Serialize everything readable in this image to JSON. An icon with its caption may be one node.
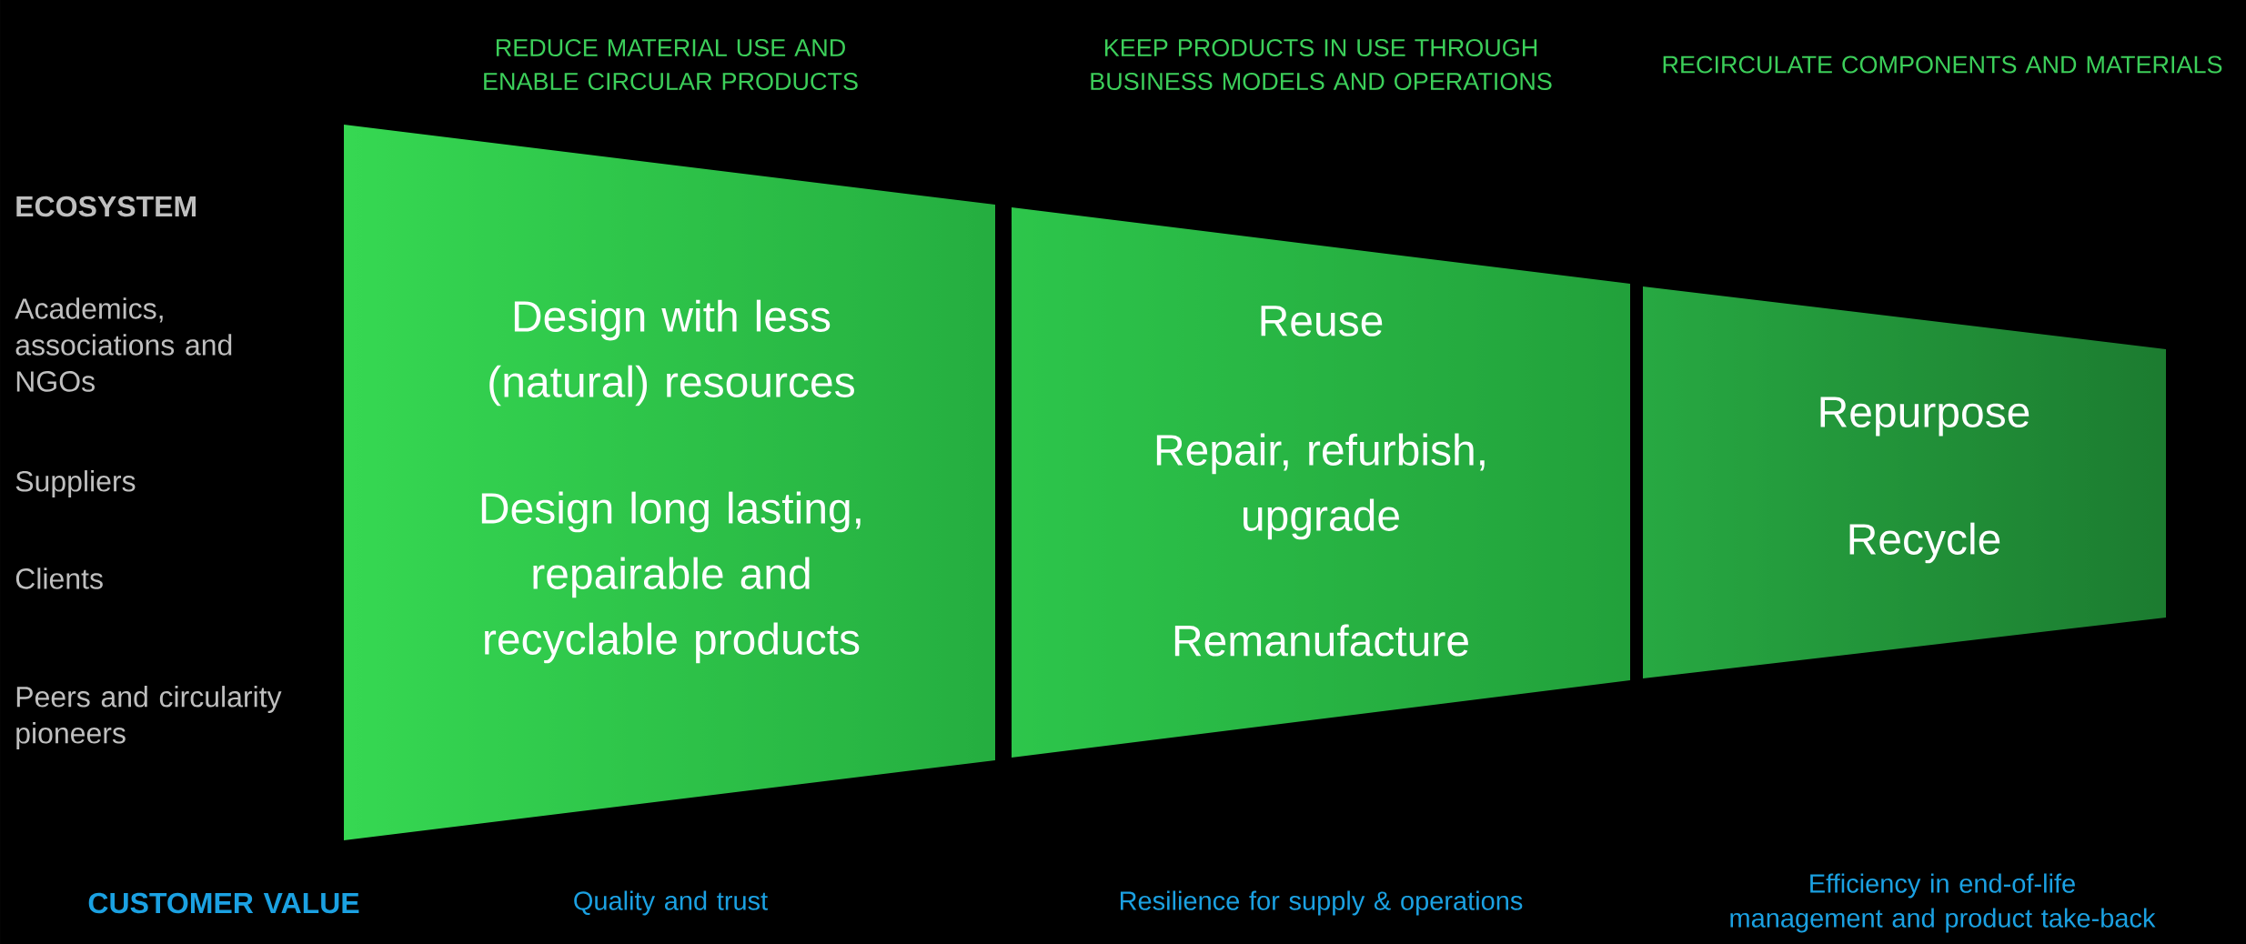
{
  "diagram": {
    "nodes": [
      {
        "text": [
          "REDUCE MATERIAL USE AND ENABLE CIRCULAR PRODUCTS",
          "Design with less (natural) resources",
          "Design long lasting, repairable and recyclable products"
        ],
        "beside": [
          "Quality and trust"
        ]
      },
      {
        "text": [
          "KEEP PRODUCTS IN USE THROUGH BUSINESS MODELS AND OPERATIONS",
          "Reuse",
          "Repair, refurbish, upgrade",
          "Remanufacture"
        ],
        "beside": [
          "Resilience for supply & operations"
        ]
      },
      {
        "text": [
          "RECIRCULATE COMPONENTS AND MATERIALS",
          "Repurpose",
          "Recycle"
        ],
        "beside": [
          "Efficiency in end-of-life management and product take-back"
        ]
      }
    ],
    "labels": [
      "ECOSYSTEM",
      "Academics, associations and NGOs",
      "Suppliers",
      "Clients",
      "Peers and circularity pioneers",
      "CUSTOMER VALUE"
    ]
  }
}
